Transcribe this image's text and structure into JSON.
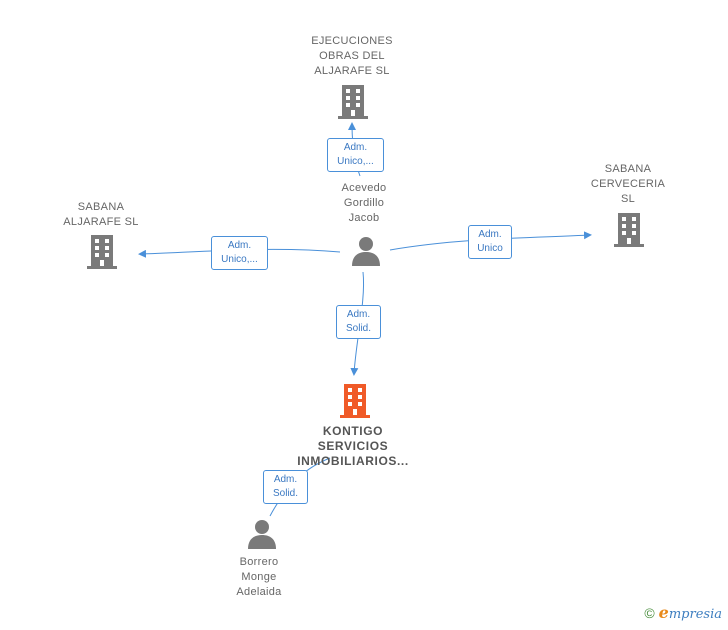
{
  "nodes": {
    "ejecuciones": {
      "label": "EJECUCIONES\nOBRAS DEL\nALJARAFE  SL",
      "type": "company"
    },
    "sabana_aljarafe": {
      "label": "SABANA\nALJARAFE  SL",
      "type": "company"
    },
    "sabana_cerveceria": {
      "label": "SABANA\nCERVECERIA\nSL",
      "type": "company"
    },
    "kontigo": {
      "label": "KONTIGO\nSERVICIOS\nINMOBILIARIOS...",
      "type": "company-main"
    },
    "acevedo": {
      "label": "Acevedo\nGordillo\nJacob",
      "type": "person"
    },
    "borrero": {
      "label": "Borrero\nMonge\nAdelaida",
      "type": "person"
    }
  },
  "edges": {
    "to_ejecuciones": {
      "line1": "Adm.",
      "line2": "Unico,..."
    },
    "to_sabana_aljarafe": {
      "line1": "Adm.",
      "line2": "Unico,..."
    },
    "to_sabana_cerveceria": {
      "line1": "Adm.",
      "line2": "Unico"
    },
    "to_kontigo": {
      "line1": "Adm.",
      "line2": "Solid."
    },
    "borrero_to_kontigo": {
      "line1": "Adm.",
      "line2": "Solid."
    }
  },
  "colors": {
    "edge": "#4a90d9",
    "building": "#7a7a7a",
    "building_main": "#f05a28",
    "person": "#7a7a7a"
  },
  "brand": {
    "copyright": "©",
    "e": "e",
    "rest": "mpresia"
  }
}
